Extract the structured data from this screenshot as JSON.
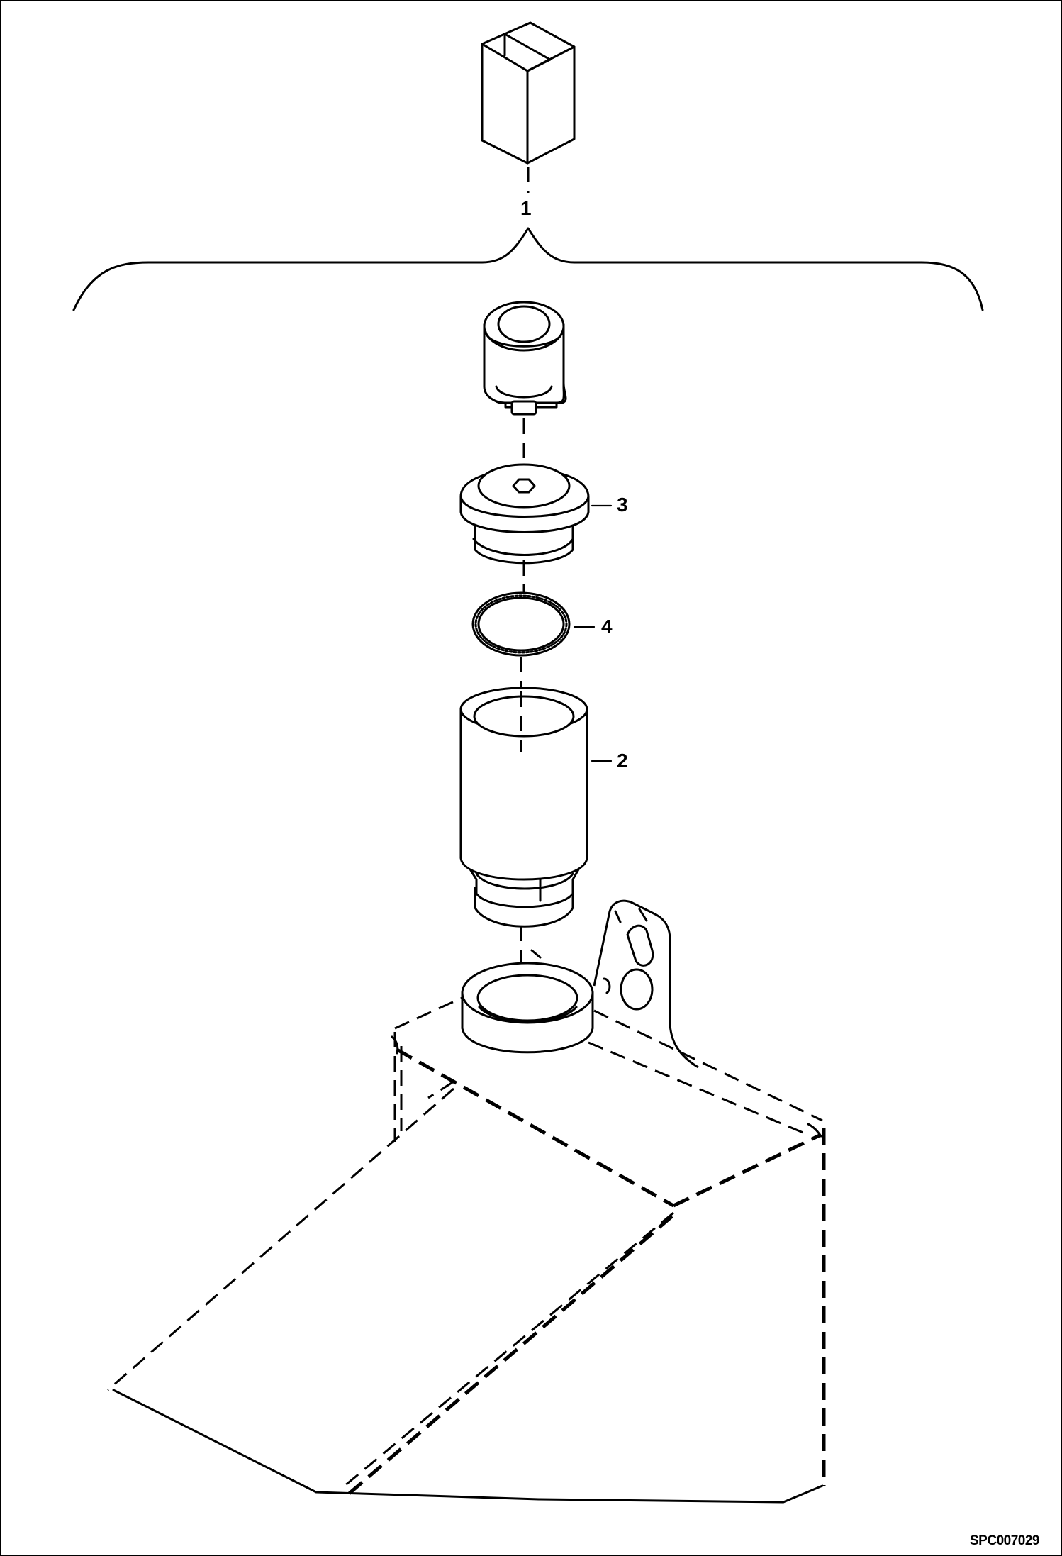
{
  "callouts": {
    "kit": "1",
    "bushing": "2",
    "cap": "3",
    "seal_ring": "4"
  },
  "drawing_code": "SPC007029"
}
